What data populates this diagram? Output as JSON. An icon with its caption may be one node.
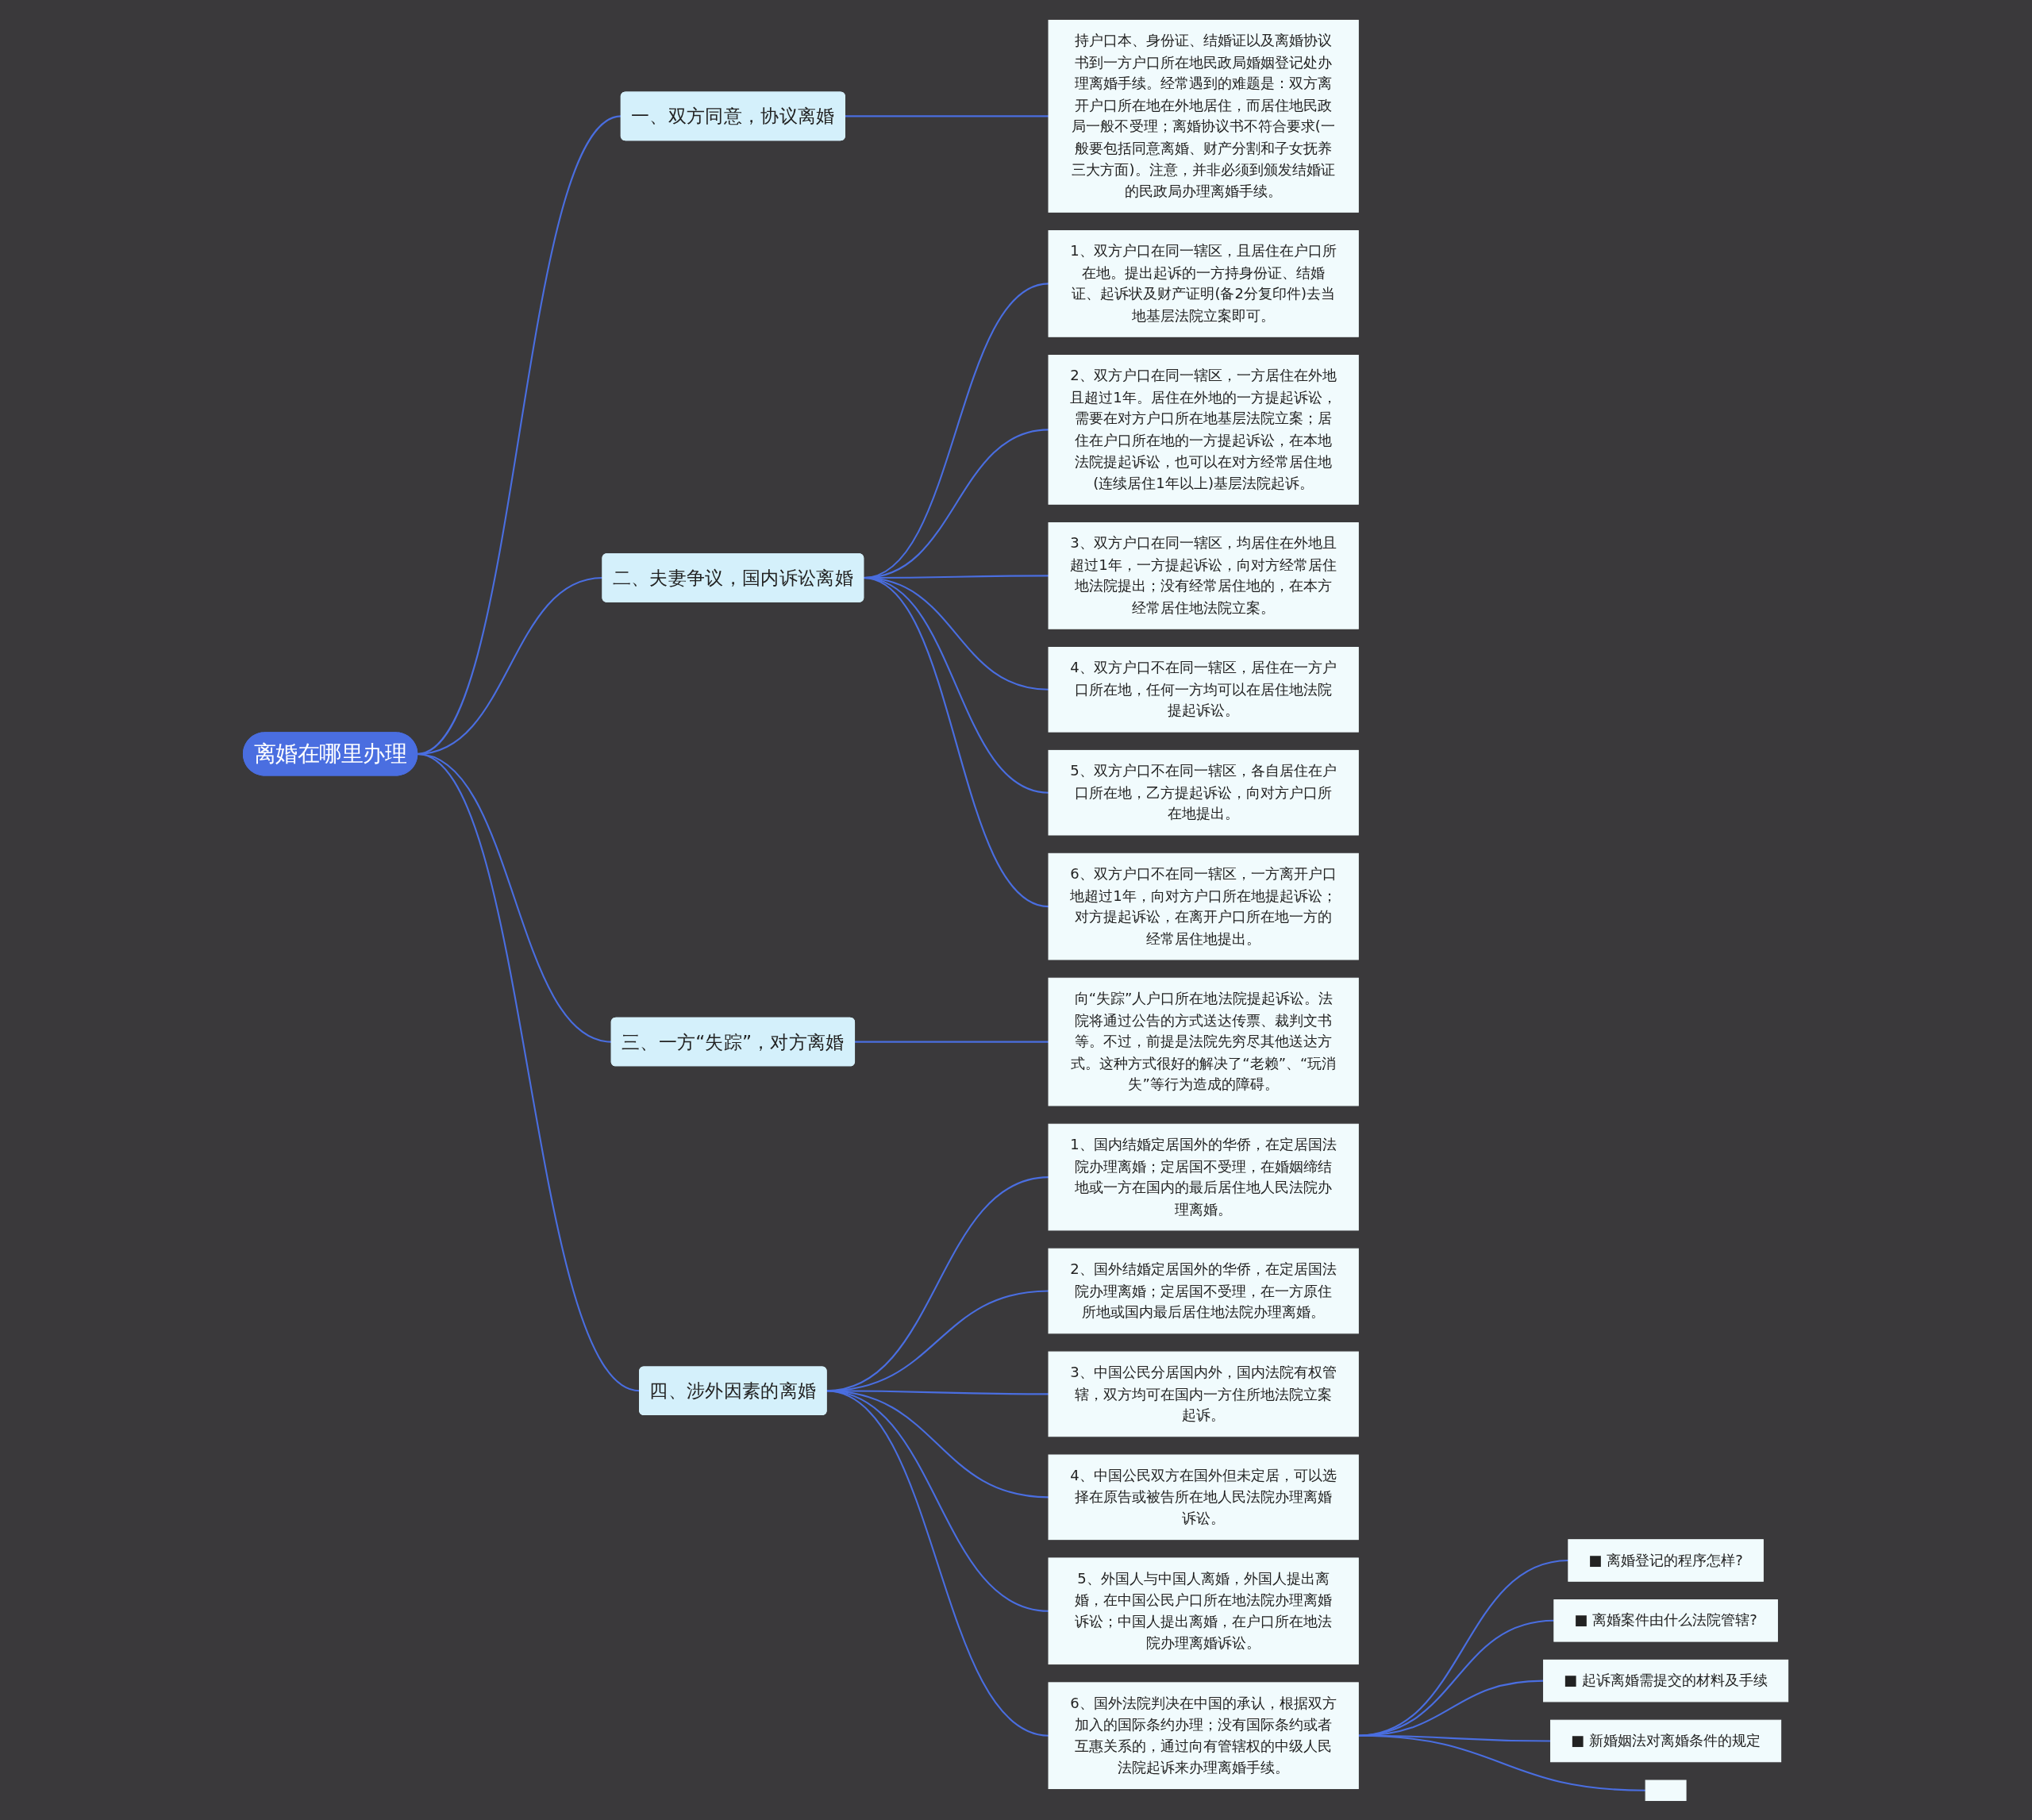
{
  "diagram": {
    "nodes": [
      {
        "text": [
          "离婚在哪里办理"
        ]
      },
      {
        "text": [
          "一、双方同意，协议离婚"
        ]
      },
      {
        "text": [
          "持户口本、身份证、结婚证以及离婚协议书到一方户口所在地民政局婚姻登记处办理离婚手续。经常遇到的难题是：双方离开户口所在地在外地居住，而居住地民政局一般不受理；离婚协议书不符合要求(一般要包括同意离婚、财产分割和子女抚养三大方面)。注意，并非必须到颁发结婚证的民政局办理离婚手续。"
        ]
      },
      {
        "text": [
          "二、夫妻争议，国内诉讼离婚"
        ]
      },
      {
        "text": [
          "1、双方户口在同一辖区，且居住在户口所在地。提出起诉的一方持身份证、结婚证、起诉状及财产证明(备2分复印件)去当地基层法院立案即可。"
        ]
      },
      {
        "text": [
          "2、双方户口在同一辖区，一方居住在外地且超过1年。居住在外地的一方提起诉讼，需要在对方户口所在地基层法院立案；居住在户口所在地的一方提起诉讼，在本地法院提起诉讼，也可以在对方经常居住地(连续居住1年以上)基层法院起诉。"
        ]
      },
      {
        "text": [
          "3、双方户口在同一辖区，均居住在外地且超过1年，一方提起诉讼，向对方经常居住地法院提出；没有经常居住地的，在本方经常居住地法院立案。"
        ]
      },
      {
        "text": [
          "4、双方户口不在同一辖区，居住在一方户口所在地，任何一方均可以在居住地法院提起诉讼。"
        ]
      },
      {
        "text": [
          "5、双方户口不在同一辖区，各自居住在户口所在地，乙方提起诉讼，向对方户口所在地提出。"
        ]
      },
      {
        "text": [
          "6、双方户口不在同一辖区，一方离开户口地超过1年，向对方户口所在地提起诉讼；对方提起诉讼，在离开户口所在地一方的经常居住地提出。"
        ]
      },
      {
        "text": [
          "三、一方“失踪”，对方离婚"
        ]
      },
      {
        "text": [
          "向“失踪”人户口所在地法院提起诉讼。法院将通过公告的方式送达传票、裁判文书等。不过，前提是法院先穷尽其他送达方式。这种方式很好的解决了“老赖”、“玩消失”等行为造成的障碍。"
        ]
      },
      {
        "text": [
          "四、涉外因素的离婚"
        ]
      },
      {
        "text": [
          "1、国内结婚定居国外的华侨，在定居国法院办理离婚；定居国不受理，在婚姻缔结地或一方在国内的最后居住地人民法院办理离婚。"
        ]
      },
      {
        "text": [
          "2、国外结婚定居国外的华侨，在定居国法院办理离婚；定居国不受理，在一方原住所地或国内最后居住地法院办理离婚。"
        ]
      },
      {
        "text": [
          "3、中国公民分居国内外，国内法院有权管辖，双方均可在国内一方住所地法院立案起诉。"
        ]
      },
      {
        "text": [
          "4、中国公民双方在国外但未定居，可以选择在原告或被告所在地人民法院办理离婚诉讼。"
        ]
      },
      {
        "text": [
          "5、外国人与中国人离婚，外国人提出离婚，在中国公民户口所在地法院办理离婚诉讼；中国人提出离婚，在户口所在地法院办理离婚诉讼。"
        ]
      },
      {
        "text": [
          "6、国外法院判决在中国的承认，根据双方加入的国际条约办理；没有国际条约或者互惠关系的，通过向有管辖权的中级人民法院起诉来办理离婚手续。"
        ]
      },
      {
        "text": [
          "■ 离婚登记的程序怎样?"
        ]
      },
      {
        "text": [
          "■ 离婚案件由什么法院管辖?"
        ]
      },
      {
        "text": [
          "■ 起诉离婚需提交的材料及手续"
        ]
      },
      {
        "text": [
          "■ 新婚姻法对离婚条件的规定"
        ]
      },
      {
        "text": [],
        "shape": "box"
      }
    ],
    "edges": [
      {
        "from": 0,
        "to": 1,
        "arrow": "none"
      },
      {
        "from": 1,
        "to": 2,
        "arrow": "none"
      },
      {
        "from": 0,
        "to": 3,
        "arrow": "none"
      },
      {
        "from": 3,
        "to": 4,
        "arrow": "none"
      },
      {
        "from": 3,
        "to": 5,
        "arrow": "none"
      },
      {
        "from": 3,
        "to": 6,
        "arrow": "none"
      },
      {
        "from": 3,
        "to": 7,
        "arrow": "none"
      },
      {
        "from": 3,
        "to": 8,
        "arrow": "none"
      },
      {
        "from": 3,
        "to": 9,
        "arrow": "none"
      },
      {
        "from": 0,
        "to": 10,
        "arrow": "none"
      },
      {
        "from": 10,
        "to": 11,
        "arrow": "none"
      },
      {
        "from": 0,
        "to": 12,
        "arrow": "none"
      },
      {
        "from": 12,
        "to": 13,
        "arrow": "none"
      },
      {
        "from": 12,
        "to": 14,
        "arrow": "none"
      },
      {
        "from": 12,
        "to": 15,
        "arrow": "none"
      },
      {
        "from": 12,
        "to": 16,
        "arrow": "none"
      },
      {
        "from": 12,
        "to": 17,
        "arrow": "none"
      },
      {
        "from": 12,
        "to": 18,
        "arrow": "none"
      },
      {
        "from": 18,
        "to": 19,
        "arrow": "none"
      },
      {
        "from": 18,
        "to": 20,
        "arrow": "none"
      },
      {
        "from": 18,
        "to": 21,
        "arrow": "none"
      },
      {
        "from": 18,
        "to": 22,
        "arrow": "none"
      },
      {
        "from": 18,
        "to": 23,
        "arrow": "none"
      }
    ]
  }
}
